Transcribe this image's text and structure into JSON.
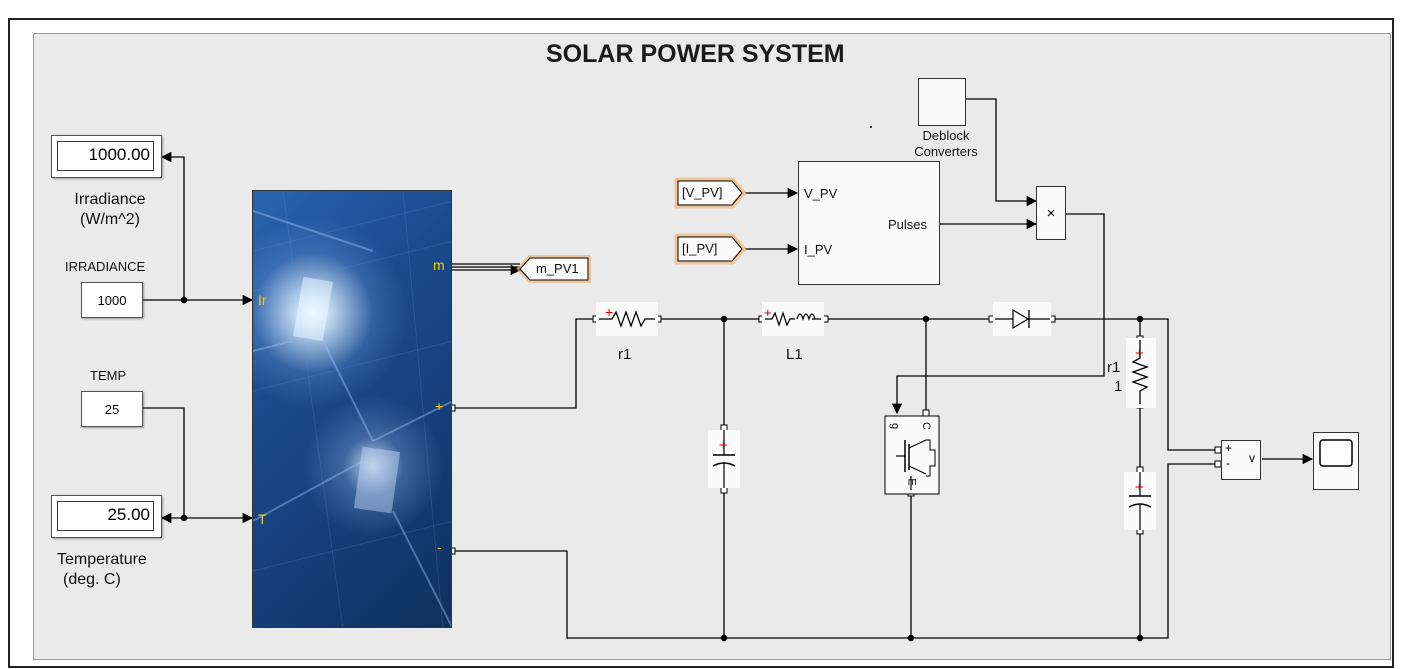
{
  "title": "SOLAR POWER SYSTEM",
  "displays": {
    "irradiance_value": "1000.00",
    "temperature_value": "25.00"
  },
  "labels": {
    "irradiance_line1": "Irradiance",
    "irradiance_line2": "(W/m^2)",
    "irradiance_const_label": "IRRADIANCE",
    "temp_const_label": "TEMP",
    "temperature_line1": "Temperature",
    "temperature_line2": "(deg. C)",
    "deblock_line1": "Deblock",
    "deblock_line2": "Converters",
    "r1": "r1",
    "l1": "L1",
    "r11_line1": "r1",
    "r11_line2": "1"
  },
  "constants": {
    "irradiance": "1000",
    "temp": "25"
  },
  "pv_ports": {
    "ir": "Ir",
    "t": "T",
    "m": "m",
    "plus": "+",
    "minus": "-"
  },
  "goto_tags": {
    "m_pv": "m_PV1",
    "v_pv": "[V_PV]",
    "i_pv": "[I_PV]"
  },
  "controller_ports": {
    "in1": "V_PV",
    "in2": "I_PV",
    "out": "Pulses"
  },
  "product_symbol": "×",
  "igbt_ports": {
    "g": "g",
    "c": "C",
    "e": "E"
  },
  "voltmeter_label": "v",
  "colors": {
    "panel_bg": "#eaeaea",
    "wire": "#000000",
    "pv_blue": "#1e4f94",
    "tag_glow": "#f2a75a",
    "port_text": "#f2d000",
    "polarity_red": "#d00000"
  }
}
